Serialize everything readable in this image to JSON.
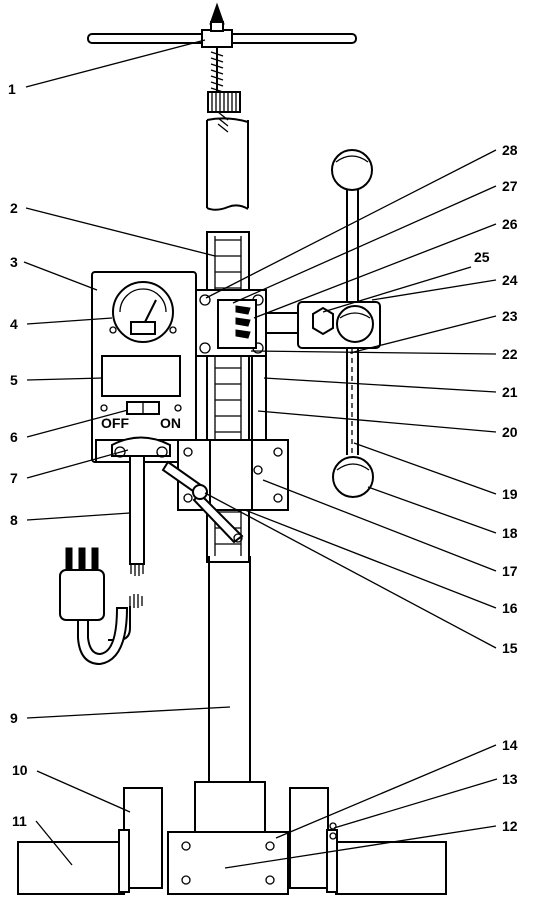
{
  "diagram": {
    "callouts": [
      {
        "id": "c1",
        "text": "1"
      },
      {
        "id": "c2",
        "text": "2"
      },
      {
        "id": "c3",
        "text": "3"
      },
      {
        "id": "c4",
        "text": "4"
      },
      {
        "id": "c5",
        "text": "5"
      },
      {
        "id": "c6",
        "text": "6"
      },
      {
        "id": "c7",
        "text": "7"
      },
      {
        "id": "c8",
        "text": "8"
      },
      {
        "id": "c9",
        "text": "9"
      },
      {
        "id": "c10",
        "text": "10"
      },
      {
        "id": "c11",
        "text": "11"
      },
      {
        "id": "c12",
        "text": "12"
      },
      {
        "id": "c13",
        "text": "13"
      },
      {
        "id": "c14",
        "text": "14"
      },
      {
        "id": "c15",
        "text": "15"
      },
      {
        "id": "c16",
        "text": "16"
      },
      {
        "id": "c17",
        "text": "17"
      },
      {
        "id": "c18",
        "text": "18"
      },
      {
        "id": "c19",
        "text": "19"
      },
      {
        "id": "c20",
        "text": "20"
      },
      {
        "id": "c21",
        "text": "21"
      },
      {
        "id": "c22",
        "text": "22"
      },
      {
        "id": "c23",
        "text": "23"
      },
      {
        "id": "c24",
        "text": "24"
      },
      {
        "id": "c25",
        "text": "25"
      },
      {
        "id": "c26",
        "text": "26"
      },
      {
        "id": "c27",
        "text": "27"
      },
      {
        "id": "c28",
        "text": "28"
      }
    ],
    "switch_labels": {
      "off": "OFF",
      "on": "ON"
    }
  }
}
